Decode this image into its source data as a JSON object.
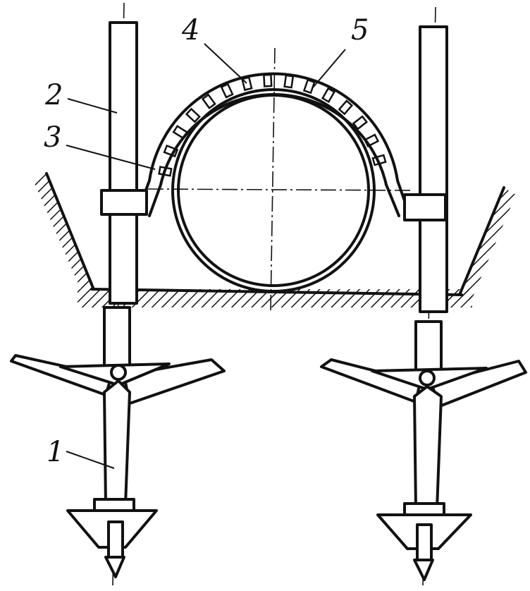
{
  "labels": {
    "part_1": "1",
    "part_2": "2",
    "part_3": "3",
    "part_4": "4",
    "part_5": "5"
  },
  "colors": {
    "ink": "#111111",
    "paper": "#ffffff"
  }
}
